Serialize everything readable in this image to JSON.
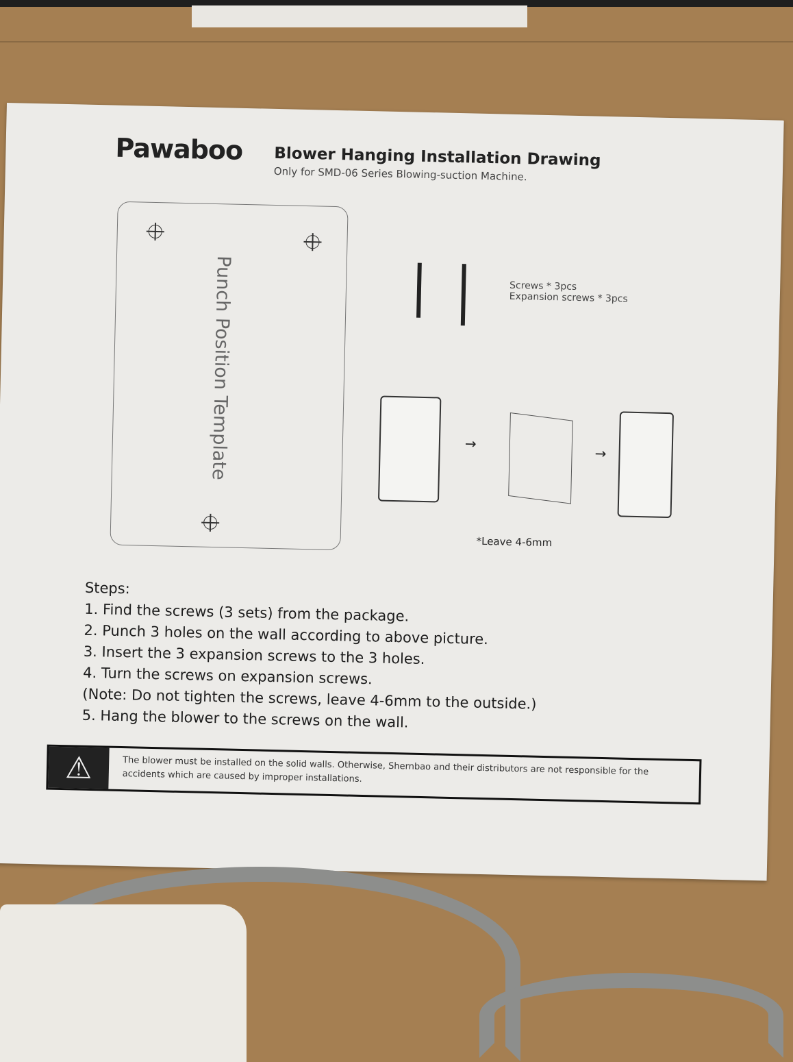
{
  "brand": "Pawaboo",
  "title": "Blower Hanging Installation Drawing",
  "subtitle": "Only for SMD-06 Series Blowing-suction Machine.",
  "template_label": "Punch Position Template",
  "parts": {
    "screws": "Screws * 3pcs",
    "expansion": "Expansion screws * 3pcs"
  },
  "leave_note": "*Leave 4-6mm",
  "steps": {
    "heading": "Steps:",
    "items": [
      "1. Find the screws (3 sets) from the package.",
      "2. Punch 3 holes on the wall according to above picture.",
      "3. Insert the 3 expansion screws to the 3 holes.",
      "4. Turn the screws on expansion screws.",
      "(Note: Do not tighten the screws, leave 4-6mm to the outside.)",
      "5. Hang the blower to the screws on the wall."
    ]
  },
  "warning": "The blower must be installed on the solid walls. Otherwise, Shernbao and their distributors are not responsible for the accidents which are caused by improper installations.",
  "icons": {
    "warning": "warning-triangle-icon"
  }
}
